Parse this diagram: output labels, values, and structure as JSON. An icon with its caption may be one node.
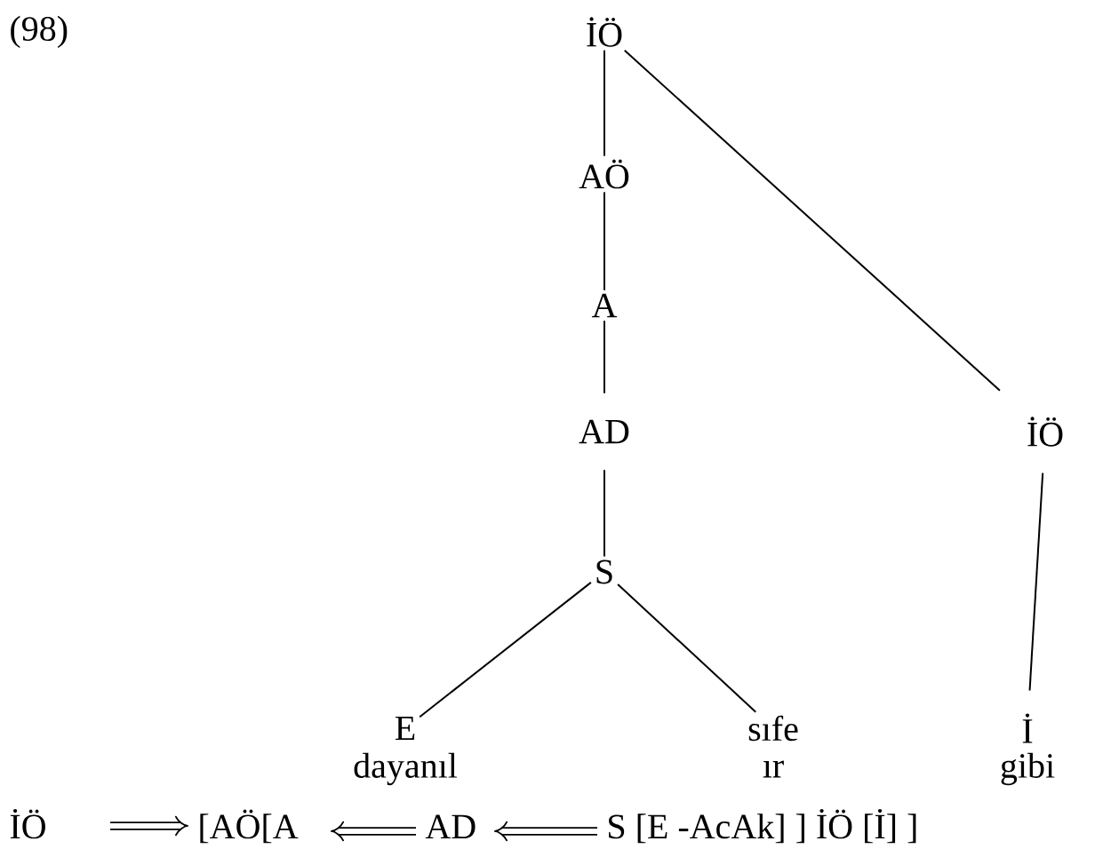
{
  "diagram": {
    "nodes": [
      {
        "text": [
          "İÖ"
        ]
      },
      {
        "text": [
          "AÖ"
        ]
      },
      {
        "text": [
          "A"
        ]
      },
      {
        "text": [
          "AD"
        ]
      },
      {
        "text": [
          "S"
        ]
      },
      {
        "text": [
          "İÖ"
        ]
      },
      {
        "text": [
          "E"
        ],
        "beside": [
          "dayanıl"
        ]
      },
      {
        "text": [
          "sıfe"
        ],
        "beside": [
          "ır"
        ]
      },
      {
        "text": [
          "İ"
        ],
        "beside": [
          "gibi"
        ]
      }
    ],
    "edges": [
      {
        "from": 0,
        "to": 1,
        "arrow": "none"
      },
      {
        "from": 1,
        "to": 2,
        "arrow": "none"
      },
      {
        "from": 2,
        "to": 3,
        "arrow": "none"
      },
      {
        "from": 3,
        "to": 4,
        "arrow": "none"
      },
      {
        "from": 0,
        "to": 5,
        "arrow": "none"
      },
      {
        "from": 4,
        "to": 6,
        "arrow": "none"
      },
      {
        "from": 4,
        "to": 7,
        "arrow": "none"
      },
      {
        "from": 5,
        "to": 8,
        "arrow": "none"
      }
    ],
    "labels": [
      "(98)",
      "İÖ",
      "[AÖ[A",
      "AD",
      "S [E -AcAk] ] İÖ [İ] ]"
    ]
  }
}
